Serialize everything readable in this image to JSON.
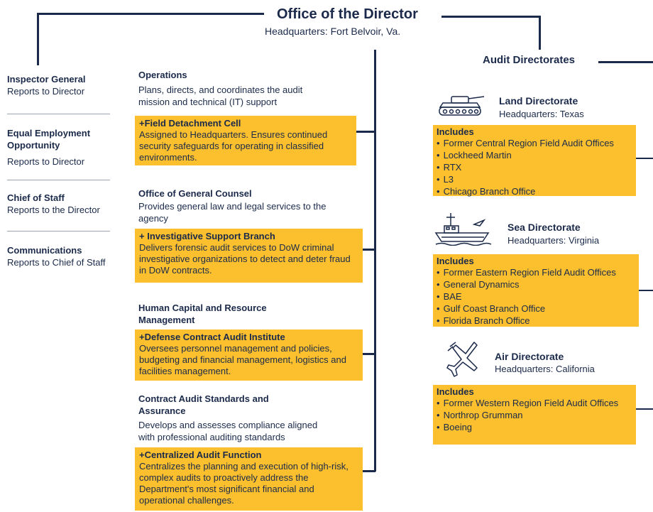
{
  "header": {
    "title": "Office of the Director",
    "subtitle": "Headquarters: Fort Belvoir, Va."
  },
  "left_column": [
    {
      "title": "Inspector General",
      "text": "Reports to Director"
    },
    {
      "title": "Equal Employment Opportunity",
      "text": "Reports to Director"
    },
    {
      "title": "Chief of Staff",
      "text": "Reports to the Director"
    },
    {
      "title": "Communications",
      "text": "Reports to Chief of Staff"
    }
  ],
  "middle_column": {
    "operations": {
      "title": "Operations",
      "text": "Plans, directs, and coordinates the audit mission and technical (IT) support",
      "box_title": "+Field Detachment Cell",
      "box_text": "Assigned to Headquarters. Ensures continued security safeguards for operating in classified environments."
    },
    "counsel": {
      "title": "Office of General Counsel",
      "text": "Provides general law and legal services to the agency",
      "box_title": "+ Investigative Support Branch",
      "box_text": "Delivers forensic audit services to DoW criminal investigative organizations to detect and deter fraud in DoW contracts."
    },
    "human_capital": {
      "title": "Human Capital and Resource Management",
      "box_title": "+Defense Contract Audit Institute",
      "box_text": "Oversees personnel management and policies, budgeting and financial management, logistics and facilities management."
    },
    "standards": {
      "title": "Contract Audit Standards and Assurance",
      "text": "Develops and assesses compliance aligned with professional auditing standards",
      "box_title": "+Centralized  Audit Function",
      "box_text": "Centralizes the planning and execution of high-risk, complex audits to proactively address the Department's most significant financial and operational challenges."
    }
  },
  "audit_directorates": {
    "title": "Audit Directorates",
    "directorates": [
      {
        "name": "Land Directorate",
        "hq": "Headquarters: Texas",
        "icon": "tank-icon",
        "includes_label": "Includes",
        "includes": [
          "Former Central Region Field Audit Offices",
          "Lockheed Martin",
          "RTX",
          "L3",
          "Chicago Branch Office"
        ]
      },
      {
        "name": "Sea Directorate",
        "hq": "Headquarters: Virginia",
        "icon": "ship-icon",
        "includes_label": "Includes",
        "includes": [
          "Former Eastern Region Field Audit Offices",
          "General Dynamics",
          "BAE",
          "Gulf Coast Branch Office",
          "Florida Branch Office"
        ]
      },
      {
        "name": "Air Directorate",
        "hq": "Headquarters: California",
        "icon": "jet-icon",
        "includes_label": "Includes",
        "includes": [
          "Former Western Region Field Audit Offices",
          "Northrop Grumman",
          "Boeing"
        ]
      }
    ]
  },
  "colors": {
    "navy": "#1b2a4a",
    "box_yellow": "#fcc02e",
    "background": "#ffffff"
  }
}
